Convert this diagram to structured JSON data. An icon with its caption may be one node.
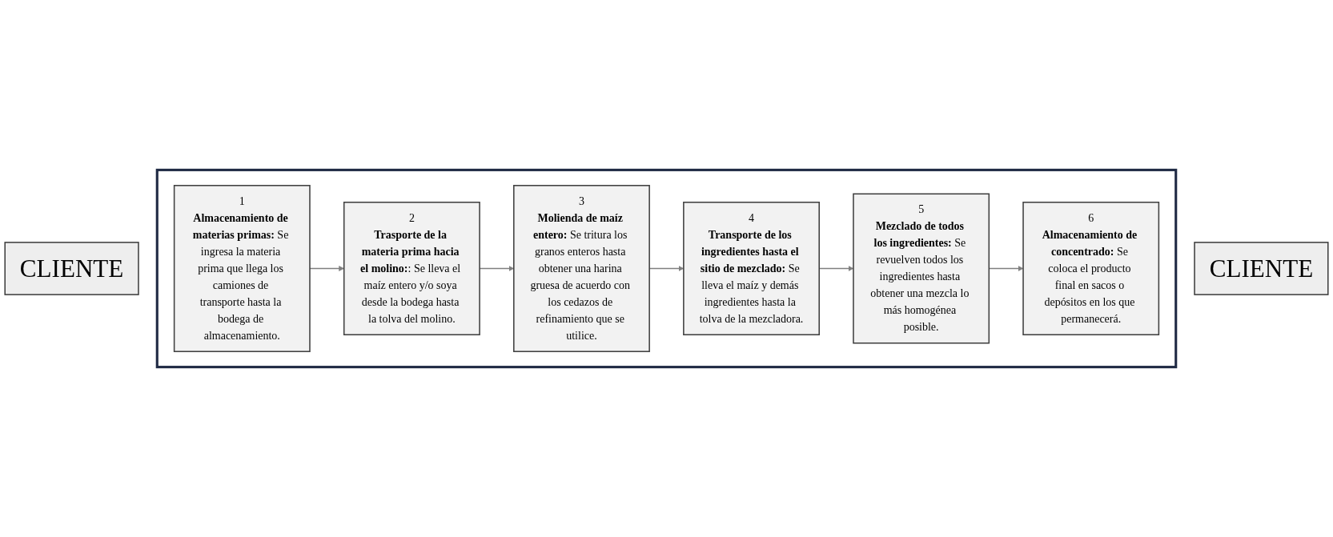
{
  "diagram": {
    "nodes": [
      {
        "text": [
          "CLIENTE"
        ]
      },
      {
        "text": [],
        "shape": "box"
      },
      {
        "text": [
          "1",
          "**Almacenamiento de materias primas:** Se ingresa la materia prima que llega los camiones de transporte hasta la bodega de almacenamiento."
        ],
        "in": 1
      },
      {
        "text": [
          "2",
          "**Trasporte de la materia prima hacia el molino:**: Se lleva el maíz entero y/o soya desde la bodega hasta la tolva del molino."
        ],
        "in": 1
      },
      {
        "text": [
          "3",
          "**Molienda de maíz entero:** Se tritura los granos enteros hasta obtener una harina gruesa de acuerdo con los cedazos de refinamiento que se utilice."
        ],
        "in": 1
      },
      {
        "text": [
          "4",
          "**Transporte de los ingredientes hasta el sitio de mezclado:** Se lleva el maíz y demás ingredientes hasta la tolva de la mezcladora."
        ],
        "in": 1
      },
      {
        "text": [
          "5",
          "**Mezclado de todos los ingredientes:** Se revuelven todos los ingredientes hasta obtener una mezcla lo más homogénea posible."
        ],
        "in": 1
      },
      {
        "text": [
          "6",
          "**Almacenamiento de concentrado:** Se coloca el producto final en sacos o depósitos en los que permanecerá."
        ],
        "in": 1
      },
      {
        "text": [
          "CLIENTE"
        ]
      }
    ],
    "edges": [
      {
        "from": 2,
        "to": 3,
        "arrow": "to"
      },
      {
        "from": 3,
        "to": 4,
        "arrow": "to"
      },
      {
        "from": 4,
        "to": 5,
        "arrow": "to"
      },
      {
        "from": 5,
        "to": 6,
        "arrow": "to"
      },
      {
        "from": 6,
        "to": 7,
        "arrow": "to"
      }
    ]
  }
}
